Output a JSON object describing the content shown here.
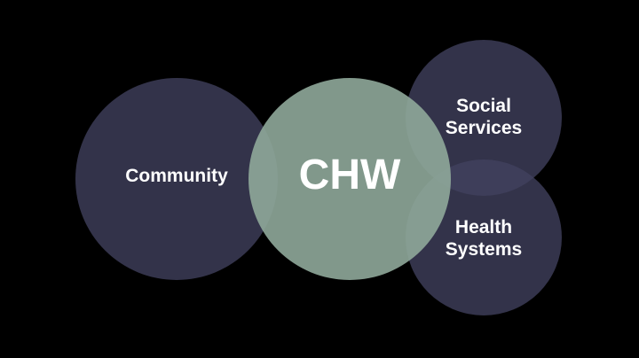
{
  "colors": {
    "background": "#000000",
    "dark_circle": "#33334a",
    "center_circle": "#8fa89a",
    "overlap_tint": "#3e3e5a",
    "text": "#ffffff"
  },
  "nodes": {
    "community": {
      "label": "Community"
    },
    "chw": {
      "label": "CHW"
    },
    "social_services": {
      "line1": "Social",
      "line2": "Services"
    },
    "health_systems": {
      "line1": "Health",
      "line2": "Systems"
    }
  }
}
